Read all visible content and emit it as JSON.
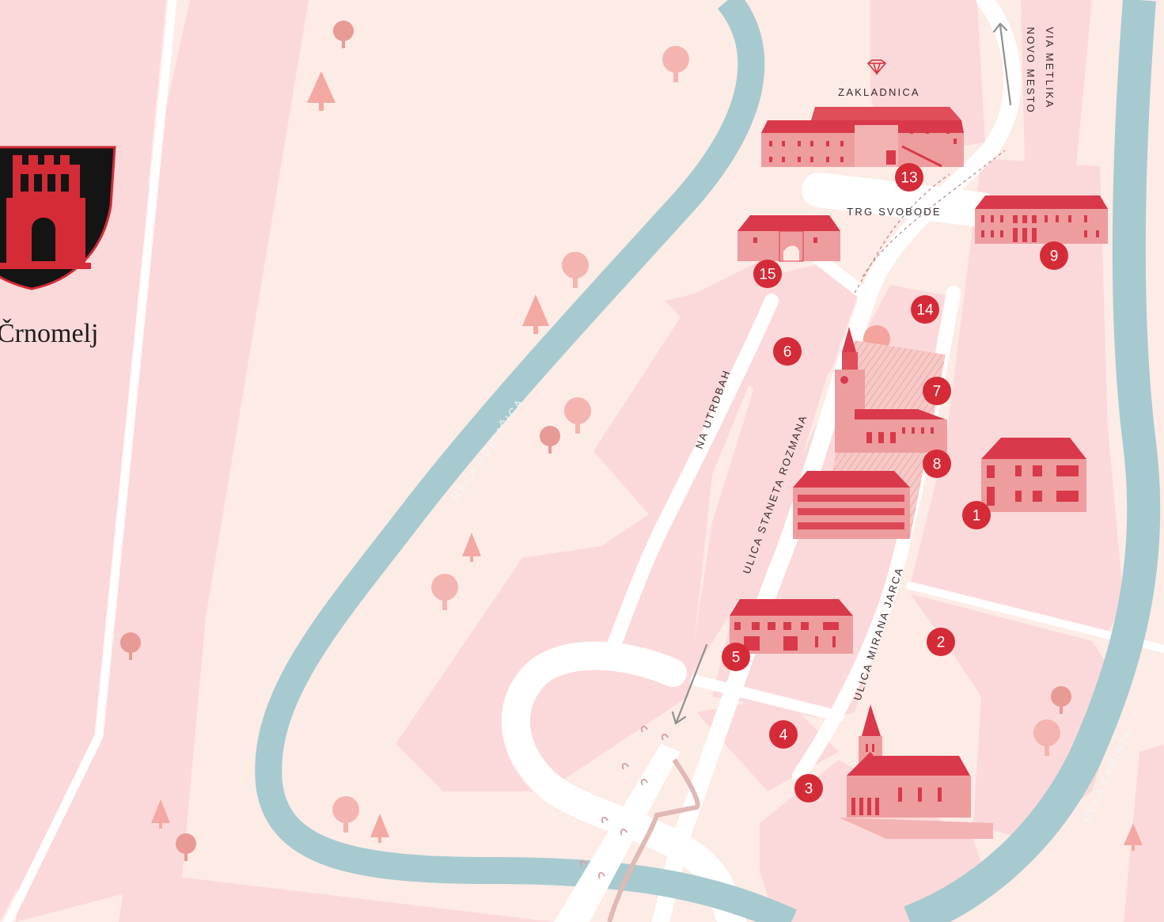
{
  "town": {
    "name": "Črnomelj"
  },
  "rivers": {
    "doblicica": "REKA DOBLIČICA",
    "lahinja": "REKA LAHINJA"
  },
  "streets": {
    "na_utrdbah": "NA UTRDBAH",
    "staneta_rozmana": "ULICA STANETA ROZMANA",
    "mirana_jarca": "ULICA MIRANA JARCA",
    "trg_svobode": "TRG SVOBODE"
  },
  "directions": {
    "metlika": "VIA METLIKA",
    "novo_mesto": "NOVO MESTO"
  },
  "poi": {
    "zakladnica": "ZAKLADNICA"
  },
  "markers": [
    {
      "label": "1"
    },
    {
      "label": "2"
    },
    {
      "label": "3"
    },
    {
      "label": "4"
    },
    {
      "label": "5"
    },
    {
      "label": "6"
    },
    {
      "label": "7"
    },
    {
      "label": "8"
    },
    {
      "label": "9"
    },
    {
      "label": "13"
    },
    {
      "label": "14"
    },
    {
      "label": "15"
    }
  ],
  "colors": {
    "background": "#fdebe6",
    "block": "#fbd9da",
    "river": "#a6cad0",
    "road": "#ffffff",
    "marker": "#d52b36",
    "building": "#ee9d9f",
    "roof": "#d9394a"
  }
}
